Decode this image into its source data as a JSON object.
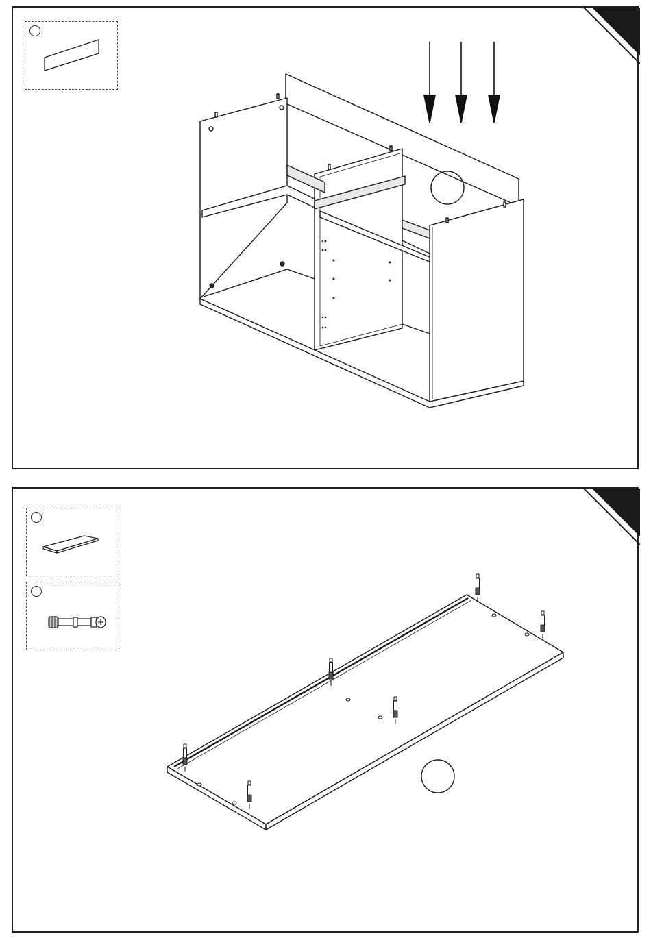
{
  "document": {
    "steps": [
      {
        "step_number": "",
        "parts": [
          {
            "id": "",
            "icon": "flat-panel-icon"
          }
        ],
        "callout_label": "",
        "arrows": 3,
        "illustration": "cabinet-assembly-drawer-runners"
      },
      {
        "step_number": "",
        "parts": [
          {
            "id": "",
            "icon": "flat-board-icon"
          },
          {
            "id": "",
            "icon": "cam-bolt-icon"
          }
        ],
        "callout_label": "",
        "dowels": 6,
        "illustration": "board-with-cam-bolts"
      }
    ]
  }
}
